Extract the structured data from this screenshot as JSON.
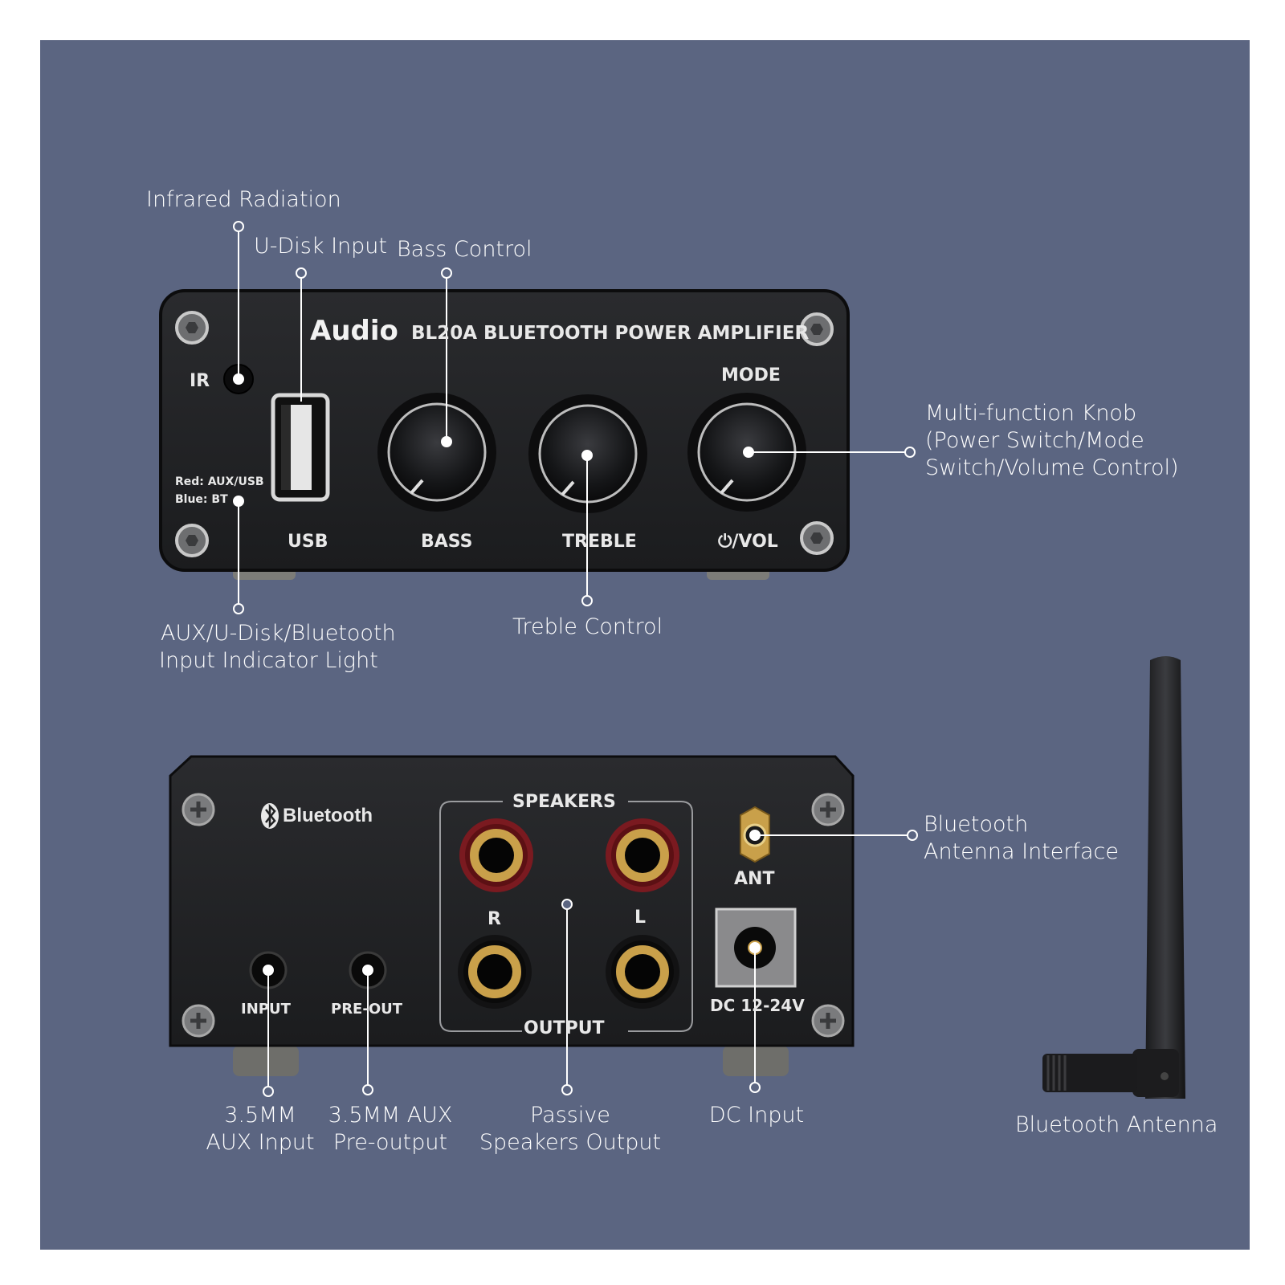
{
  "colors": {
    "background": "#5b6581",
    "device": "#202124",
    "jack_red": "#8b1c22",
    "jack_gold": "#c9a04a"
  },
  "front": {
    "brand": "Audio",
    "model": "BL20A BLUETOOTH POWER AMPLIFIER",
    "ir_label": "IR",
    "indicator_line1": "Red: AUX/USB",
    "indicator_line2": "Blue: BT",
    "mode_label": "MODE",
    "usb_label": "USB",
    "bass_label": "BASS",
    "treble_label": "TREBLE",
    "vol_label": "⏻/VOL"
  },
  "back": {
    "bluetooth_label": "Bluetooth",
    "speakers_label": "SPEAKERS",
    "output_label": "OUTPUT",
    "r_label": "R",
    "l_label": "L",
    "ant_label": "ANT",
    "dc_label": "DC 12-24V",
    "input_label": "INPUT",
    "preout_label": "PRE-OUT"
  },
  "callouts": {
    "infrared": "Infrared Radiation",
    "udisk": "U-Disk Input",
    "bass": "Bass Control",
    "multifunction_1": "Multi-function Knob",
    "multifunction_2": "(Power Switch/Mode",
    "multifunction_3": "Switch/Volume Control)",
    "indicator_1": "AUX/U-Disk/Bluetooth",
    "indicator_2": "Input Indicator Light",
    "treble": "Treble Control",
    "antenna_interface_1": "Bluetooth",
    "antenna_interface_2": "Antenna Interface",
    "aux_input_1": "3.5MM",
    "aux_input_2": "AUX Input",
    "preout_1": "3.5MM AUX",
    "preout_2": "Pre-output",
    "speakers_1": "Passive",
    "speakers_2": "Speakers Output",
    "dc_input": "DC Input",
    "antenna": "Bluetooth Antenna"
  }
}
